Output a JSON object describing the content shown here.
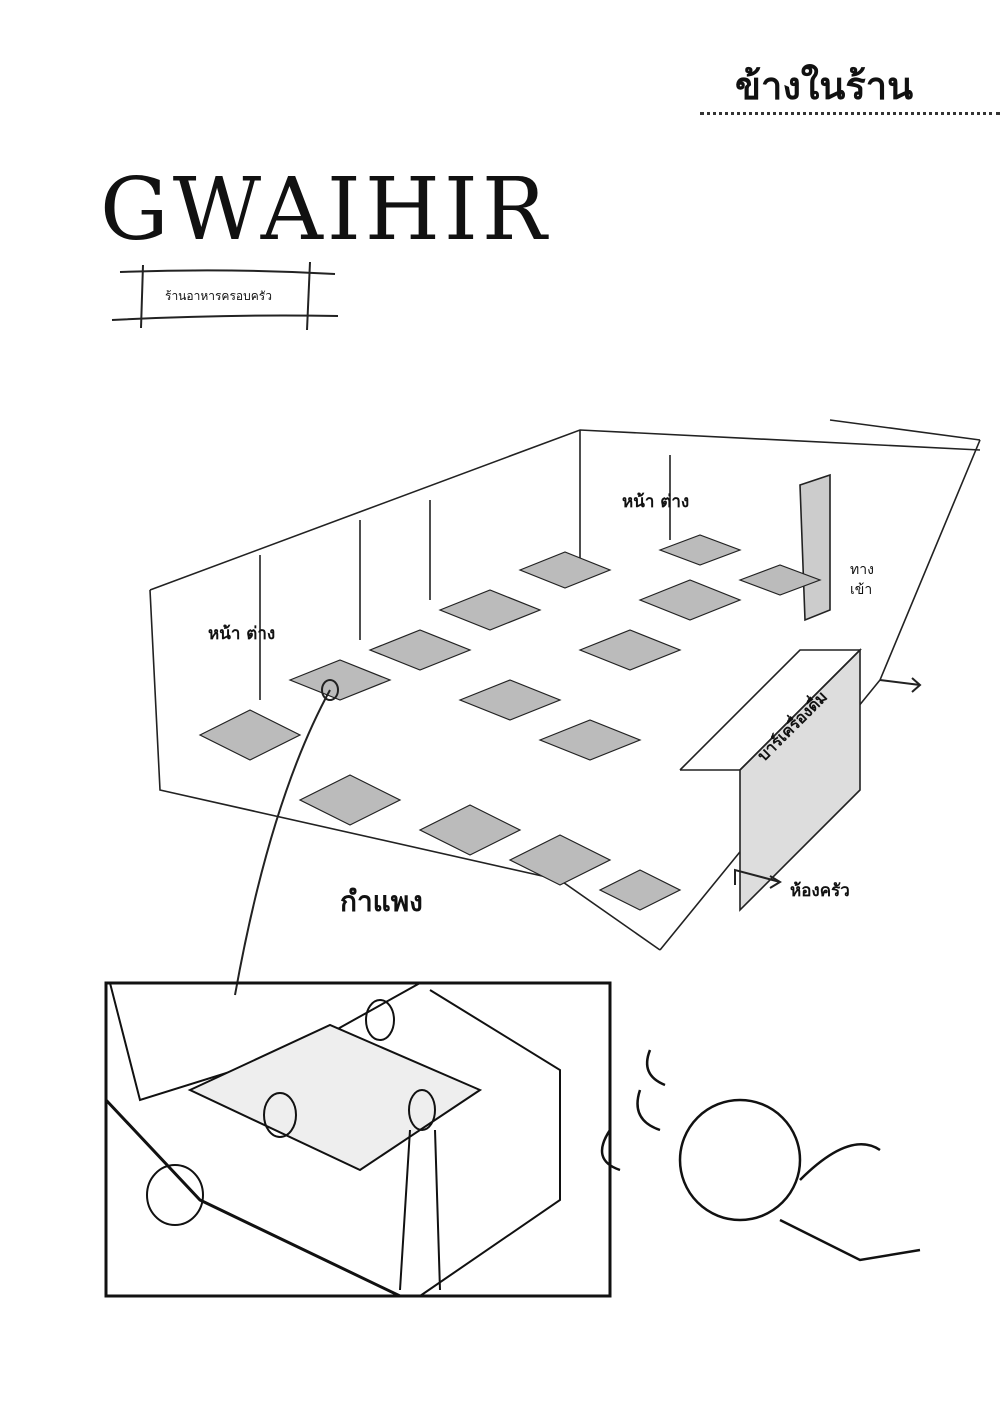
{
  "header": {
    "title": "ข้างในร้าน"
  },
  "logo": {
    "name": "GWAIHIR",
    "subtitle": "ร้านอาหารครอบครัว"
  },
  "floor_plan": {
    "labels": {
      "window_left": "หน้า ต่าง",
      "window_right": "หน้า ต่าง",
      "entrance": "ทาง เข้า",
      "drink_bar": "บาร์เครื่องดื่ม",
      "kitchen": "ห้องครัว",
      "wall": "กำแพง"
    }
  }
}
